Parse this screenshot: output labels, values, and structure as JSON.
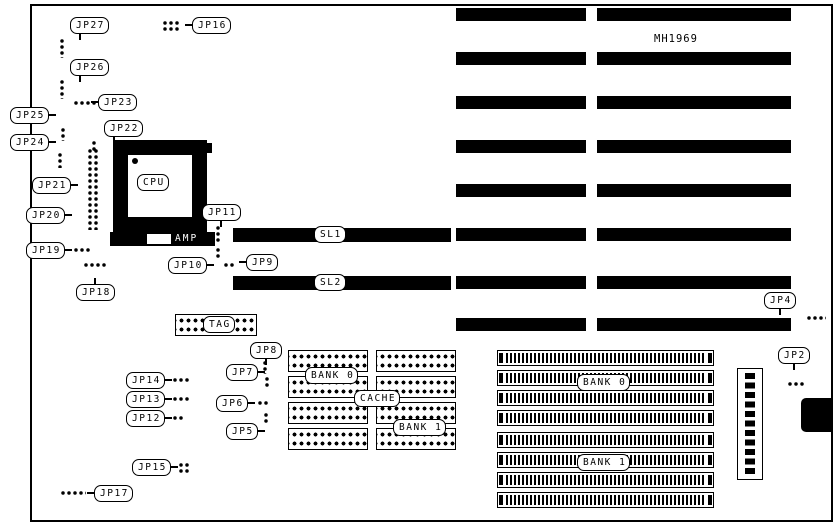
{
  "board": {
    "model": "MH1969"
  },
  "cpu_label": "CPU",
  "amp_label": "AMP",
  "slots": {
    "sl1": "SL1",
    "sl2": "SL2"
  },
  "tag_label": "TAG",
  "cache": {
    "title": "CACHE",
    "bank0": "BANK 0",
    "bank1": "BANK 1"
  },
  "simm": {
    "bank0": "BANK 0",
    "bank1": "BANK 1"
  },
  "jumpers": {
    "jp2": "JP2",
    "jp4": "JP4",
    "jp5": "JP5",
    "jp6": "JP6",
    "jp7": "JP7",
    "jp8": "JP8",
    "jp9": "JP9",
    "jp10": "JP10",
    "jp11": "JP11",
    "jp12": "JP12",
    "jp13": "JP13",
    "jp14": "JP14",
    "jp15": "JP15",
    "jp16": "JP16",
    "jp17": "JP17",
    "jp18": "JP18",
    "jp19": "JP19",
    "jp20": "JP20",
    "jp21": "JP21",
    "jp22": "JP22",
    "jp23": "JP23",
    "jp24": "JP24",
    "jp25": "JP25",
    "jp26": "JP26",
    "jp27": "JP27"
  }
}
